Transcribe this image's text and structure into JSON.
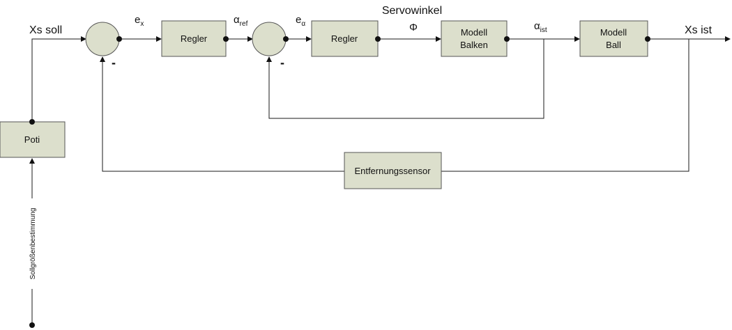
{
  "blocks": {
    "poti": "Poti",
    "regler_x": "Regler",
    "regler_alpha": "Regler",
    "modell_balken": [
      "Modell",
      "Balken"
    ],
    "modell_ball": [
      "Modell",
      "Ball"
    ],
    "entfernungssensor": "Entfernungssensor"
  },
  "signals": {
    "xs_soll": "Xs soll",
    "e_x": {
      "base": "e",
      "sub": "x"
    },
    "alpha_ref": {
      "base": "α",
      "sub": "ref"
    },
    "e_alpha": {
      "base": "e",
      "sub": "α"
    },
    "servowinkel": "Servowinkel",
    "phi": "Φ",
    "alpha_ist": {
      "base": "α",
      "sub": "ist"
    },
    "xs_ist": "Xs ist",
    "sollgroessenbestimmung": "Sollgrößenbestimmung"
  },
  "sum_signs": {
    "sum1_minus": "-",
    "sum2_minus": "-"
  }
}
